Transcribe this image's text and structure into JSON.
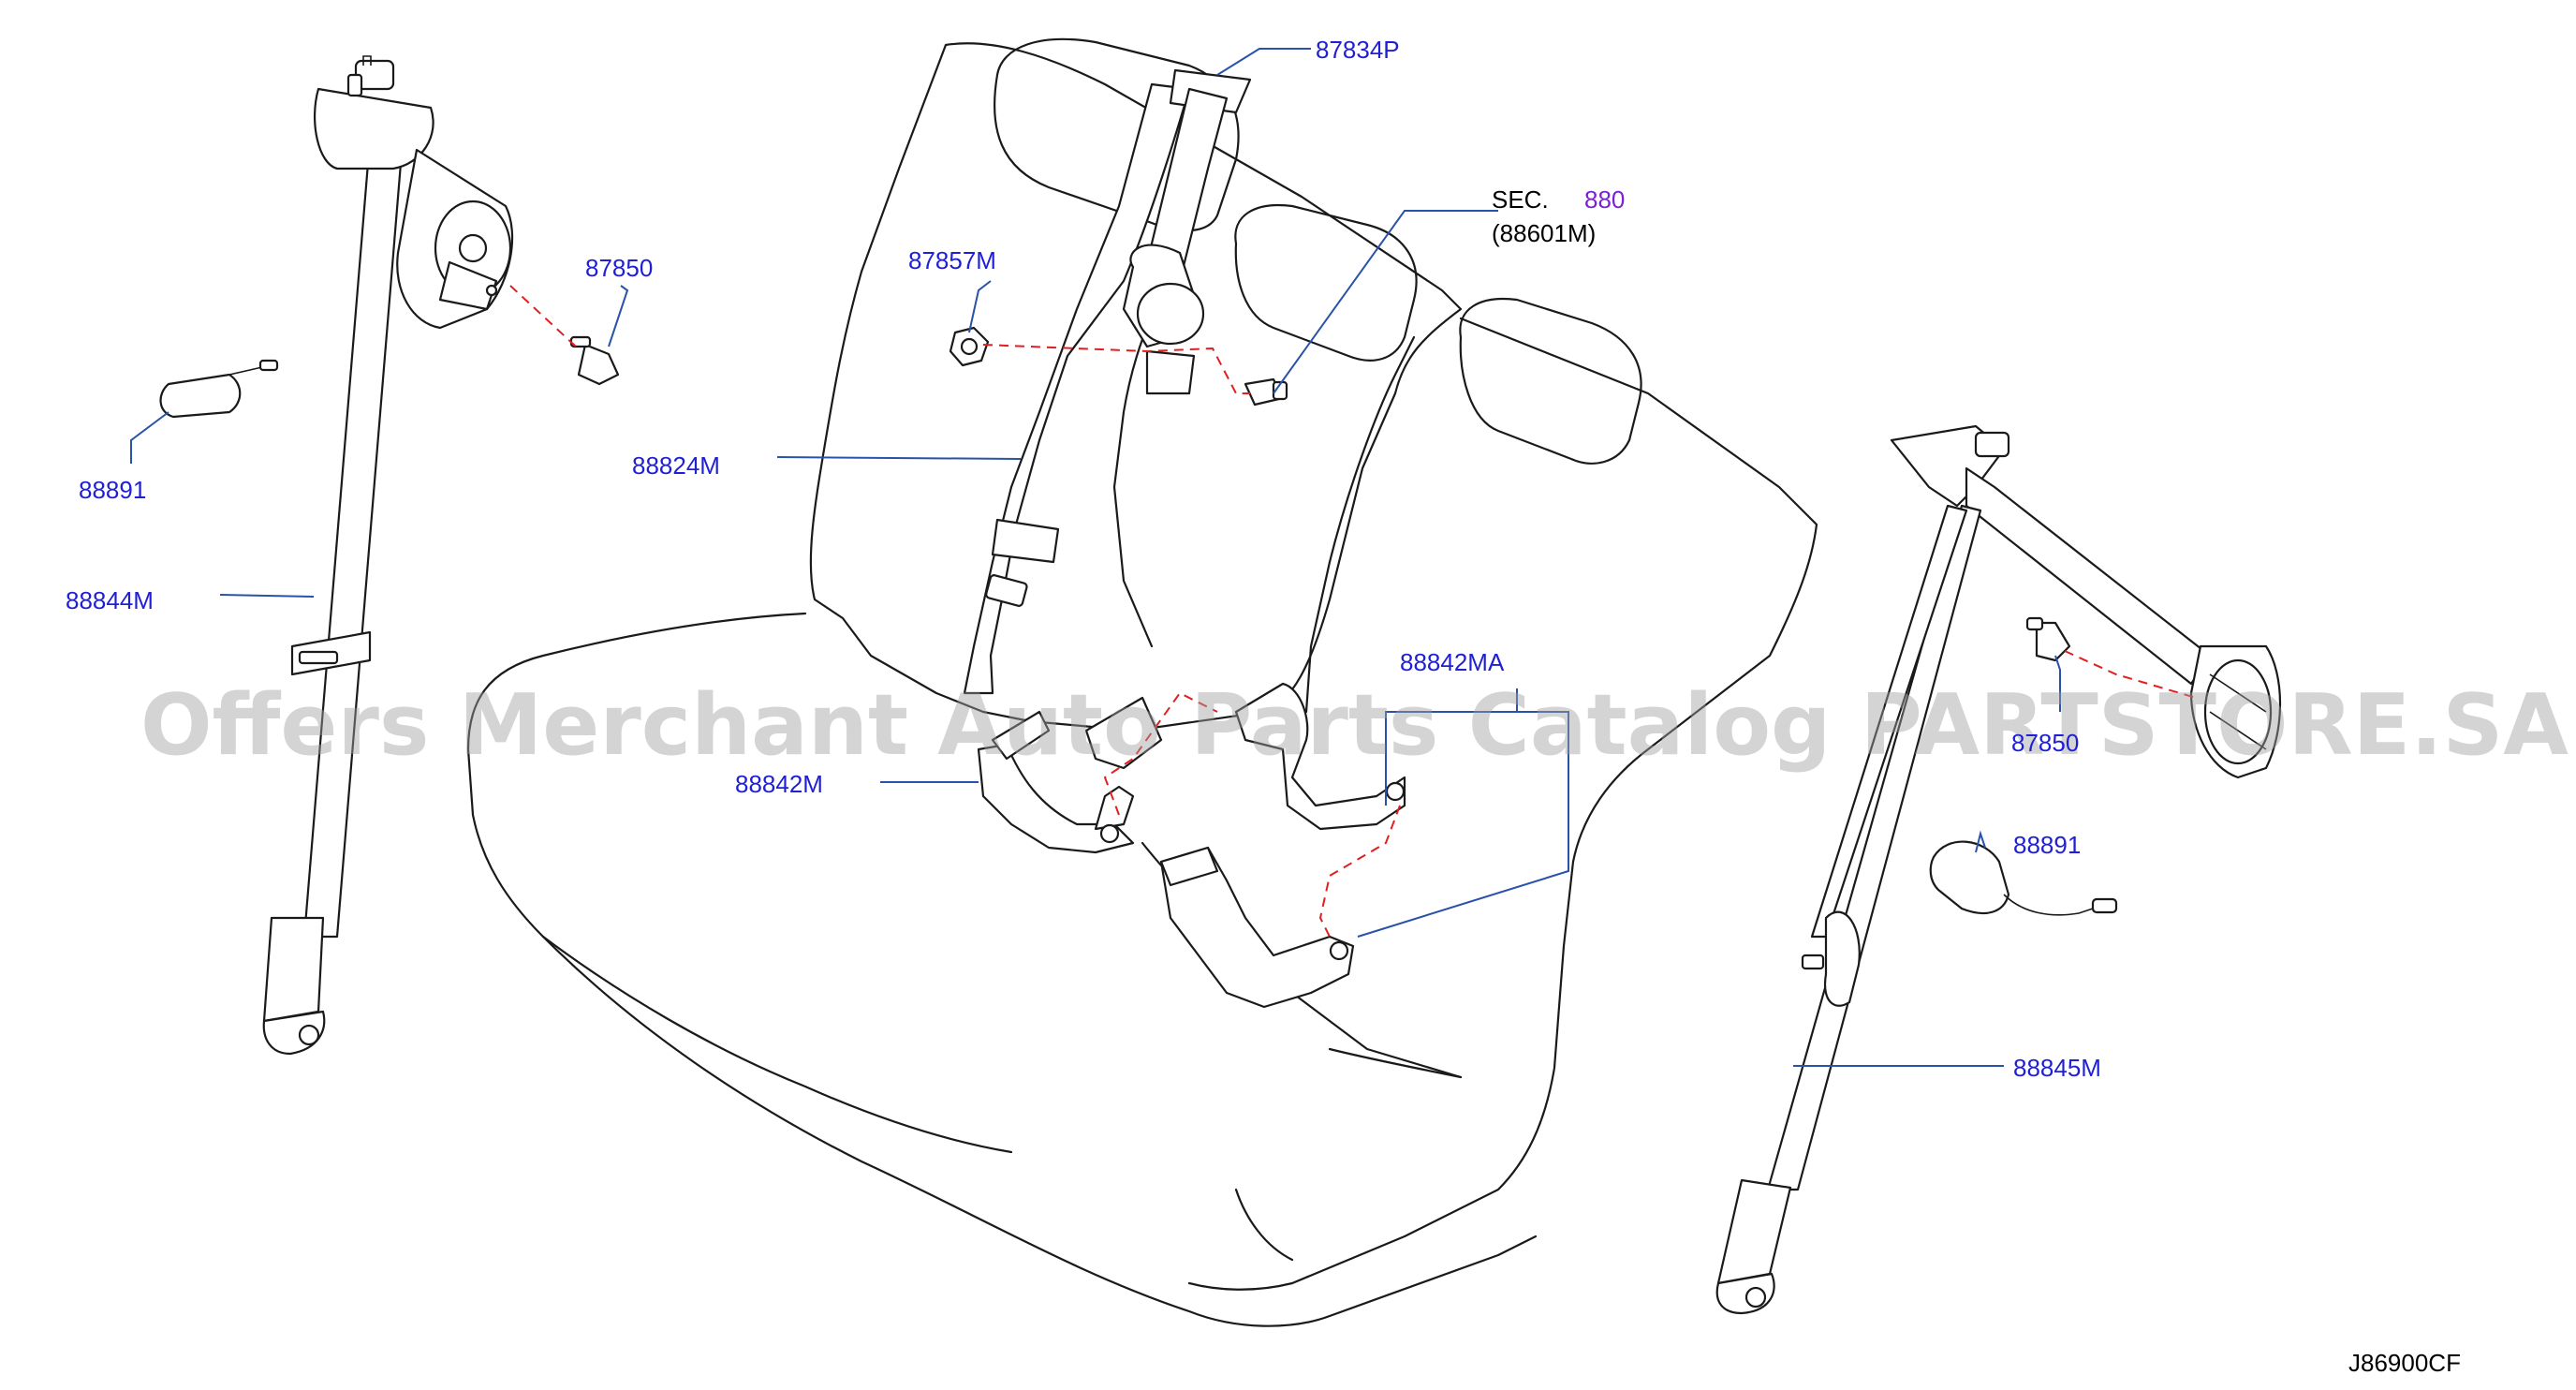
{
  "diagram": {
    "code": "J86900CF",
    "watermark": "Offers Merchant Auto Parts Catalog PARTSTORE.SA",
    "section_ref": {
      "prefix": "SEC.",
      "number": "880",
      "sub": "(88601M)"
    },
    "callouts": {
      "p87834P": "87834P",
      "p87857M": "87857M",
      "p87850_left": "87850",
      "p88891_left": "88891",
      "p88824M": "88824M",
      "p88844M": "88844M",
      "p88842M": "88842M",
      "p88842MA": "88842MA",
      "p87850_right": "87850",
      "p88891_right": "88891",
      "p88845M": "88845M"
    },
    "colors": {
      "callout_text": "#1f1fd6",
      "section_number": "#7d1fd6",
      "leader_line": "#2a52a8",
      "dashed_link": "#e02020"
    }
  }
}
